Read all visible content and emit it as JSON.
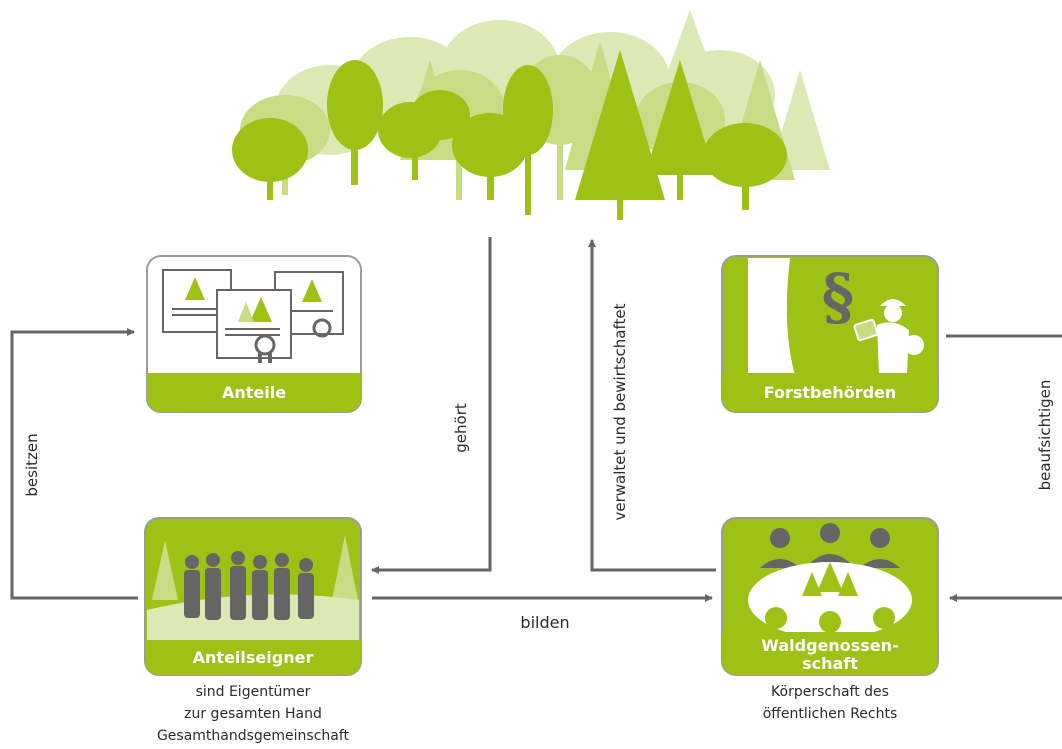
{
  "cards": {
    "anteile": {
      "title": "Anteile"
    },
    "forstbehoerden": {
      "title": "Forstbehörden"
    },
    "anteilseigner": {
      "title": "Anteilseigner",
      "caption": [
        "sind Eigentümer",
        "zur gesamten Hand",
        "Gesamthandsgemeinschaft"
      ]
    },
    "waldgenossenschaft": {
      "title_lines": [
        "Waldgenossen-",
        "schaft"
      ],
      "caption": [
        "Körperschaft des",
        "öffentlichen Rechts"
      ]
    }
  },
  "relations": {
    "besitzen": "besitzen",
    "gehoert": "gehört",
    "verwaltet": "verwaltet und bewirtschaftet",
    "beaufsichtigen": "beaufsichtigen",
    "bilden": "bilden"
  },
  "colors": {
    "green_main": "#9dc114",
    "green_light": "#c7dc85",
    "green_pale": "#dce9b4",
    "arrow": "#666666",
    "card_border": "#9b9b9b",
    "figure": "#666666"
  }
}
